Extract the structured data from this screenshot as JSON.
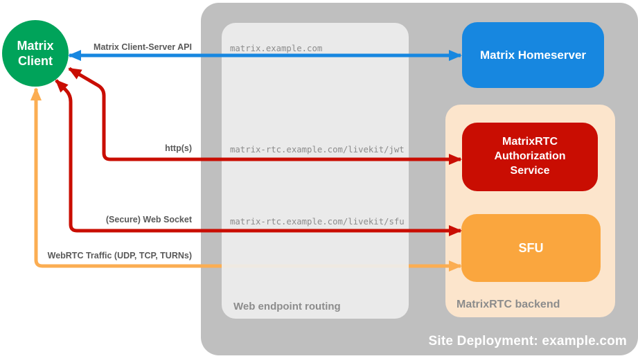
{
  "title": "Site Deployment: example.com",
  "nodes": {
    "client": {
      "label": "Matrix Client"
    },
    "homeserver": {
      "label": "Matrix Homeserver"
    },
    "auth": {
      "label": "MatrixRTC Authorization Service"
    },
    "sfu": {
      "label": "SFU"
    }
  },
  "routing": {
    "title": "Web endpoint routing",
    "endpoints": [
      "matrix.example.com",
      "matrix-rtc.example.com/livekit/jwt",
      "matrix-rtc.example.com/livekit/sfu"
    ]
  },
  "backend": {
    "title": "MatrixRTC backend"
  },
  "connections": [
    {
      "label": "Matrix Client-Server API",
      "from": "Matrix Client",
      "to": "Matrix Homeserver",
      "bidirectional": true
    },
    {
      "label": "http(s)",
      "from": "Matrix Client",
      "to": "MatrixRTC Authorization Service",
      "bidirectional": true
    },
    {
      "label": "(Secure) Web Socket",
      "from": "Matrix Client",
      "to": "SFU",
      "bidirectional": true
    },
    {
      "label": "WebRTC Traffic (UDP, TCP, TURNs)",
      "from": "Matrix Client",
      "to": "SFU",
      "bidirectional": true
    }
  ],
  "colors": {
    "green": "#00a35a",
    "blue": "#1787e0",
    "red": "#c90d02",
    "orange": "#faa63e",
    "orange_arrow": "#fbad52",
    "peach": "#fce5cc",
    "container_gray": "#bfbfbf",
    "inner_gray": "#eaeaea",
    "label_text": "#595959",
    "muted_text": "#8c8c8c"
  }
}
